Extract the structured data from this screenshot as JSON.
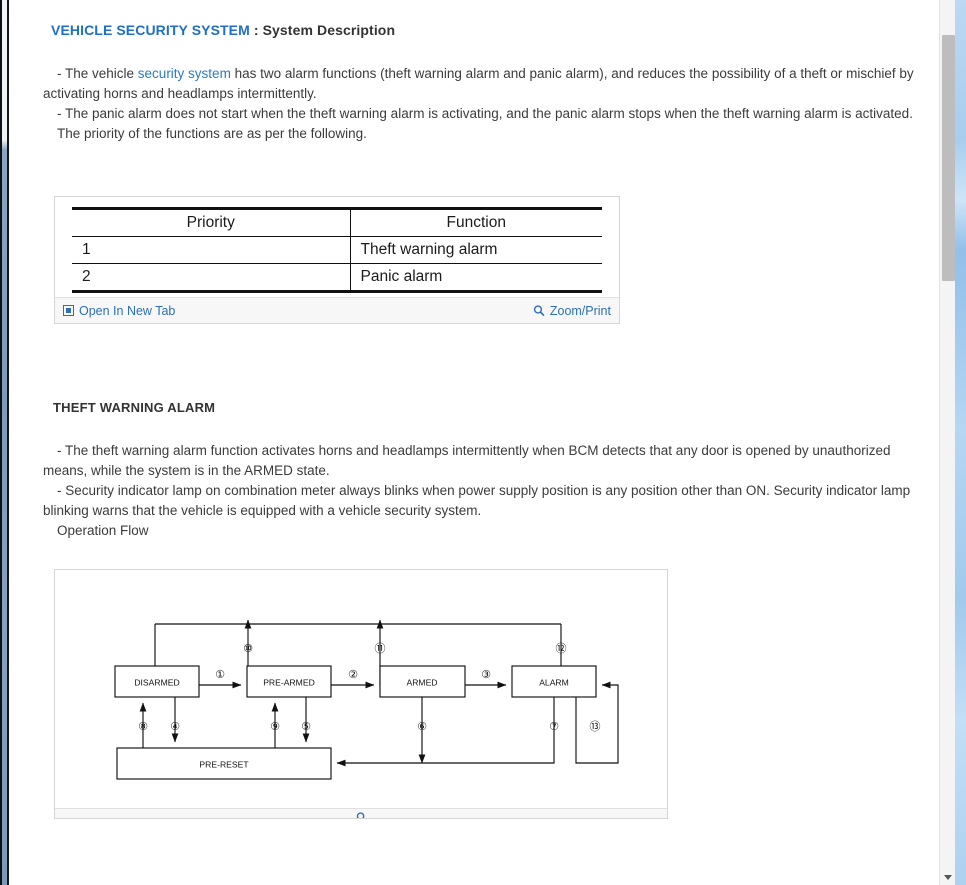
{
  "page": {
    "heading_blue": "VEHICLE SECURITY SYSTEM",
    "heading_rest": " : System Description"
  },
  "intro": {
    "para1_a": "- The vehicle ",
    "para1_link": "security system",
    "para1_b": " has two alarm functions (theft warning alarm and panic alarm), and reduces the possibility of a theft or mischief by activating horns and headlamps intermittently.",
    "para2": "- The panic alarm does not start when the theft warning alarm is activating, and the panic alarm stops when the theft warning alarm is activated.",
    "para3": "The priority of the functions are as per the following."
  },
  "priority_figure": {
    "columns": [
      "Priority",
      "Function"
    ],
    "rows": [
      {
        "priority": "1",
        "function": "Theft warning alarm"
      },
      {
        "priority": "2",
        "function": "Panic alarm"
      }
    ],
    "toolbar": {
      "open_label": "Open In New Tab",
      "open_icon": "open-in-new-window-icon",
      "zoom_label": "Zoom/Print",
      "zoom_icon": "magnifier-icon"
    }
  },
  "theft_section": {
    "title": "THEFT WARNING ALARM",
    "para1": "- The theft warning alarm function activates horns and headlamps intermittently when BCM detects that any door is opened by unauthorized means, while the system is in the ARMED state.",
    "para2": "- Security indicator lamp on combination meter always blinks when power supply position is any position other than ON. Security indicator lamp blinking warns that the vehicle is equipped with a vehicle security system.",
    "para3": "Operation Flow"
  },
  "flow_diagram": {
    "states": [
      {
        "id": "disarmed",
        "label": "DISARMED"
      },
      {
        "id": "pre-armed",
        "label": "PRE-ARMED"
      },
      {
        "id": "armed",
        "label": "ARMED"
      },
      {
        "id": "alarm",
        "label": "ALARM"
      },
      {
        "id": "pre-reset",
        "label": "PRE-RESET"
      }
    ],
    "transitions": [
      {
        "n": "①",
        "from": "disarmed",
        "to": "pre-armed"
      },
      {
        "n": "②",
        "from": "pre-armed",
        "to": "armed"
      },
      {
        "n": "③",
        "from": "armed",
        "to": "alarm"
      },
      {
        "n": "④",
        "from": "disarmed",
        "to": "pre-reset"
      },
      {
        "n": "⑤",
        "from": "pre-armed",
        "to": "pre-reset"
      },
      {
        "n": "⑥",
        "from": "armed",
        "to": "pre-reset"
      },
      {
        "n": "⑦",
        "from": "alarm",
        "to": "pre-reset"
      },
      {
        "n": "⑧",
        "from": "pre-reset",
        "to": "disarmed"
      },
      {
        "n": "⑨",
        "from": "pre-reset",
        "to": "pre-armed"
      },
      {
        "n": "⑩",
        "from": "pre-armed",
        "to": "disarmed"
      },
      {
        "n": "⑪",
        "from": "armed",
        "to": "disarmed"
      },
      {
        "n": "⑫",
        "from": "alarm",
        "to": "disarmed"
      },
      {
        "n": "⑬",
        "from": "alarm",
        "to": "alarm"
      }
    ]
  },
  "colors": {
    "link_blue": "#2a7ac4",
    "heading_blue": "#1f6fc4",
    "body_text": "#3b3b3b",
    "rule_black": "#111111",
    "toolbar_bg": "#f7f7f7",
    "scrollbar_thumb": "#bdbdbd",
    "outer_scrollbar": "#a9cdee"
  }
}
